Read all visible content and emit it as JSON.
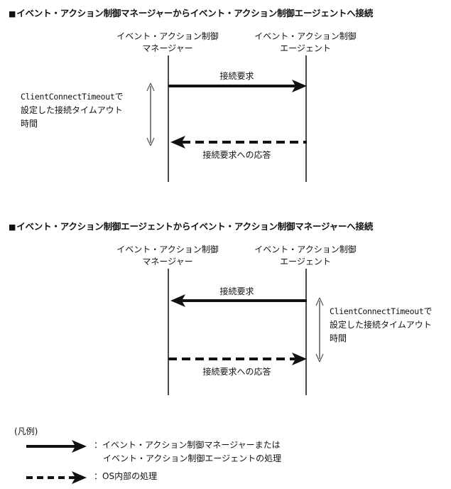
{
  "sections": [
    {
      "marker": "■",
      "title": "イベント・アクション制御マネージャーからイベント・アクション制御エージェントへ接続",
      "left_lifeline": {
        "line1": "イベント・アクション制御",
        "line2": "マネージャー"
      },
      "right_lifeline": {
        "line1": "イベント・アクション制御",
        "line2": "エージェント"
      },
      "messages": [
        {
          "label": "接続要求",
          "style": "solid",
          "direction": "right",
          "label_position": "above"
        },
        {
          "label": "接続要求への応答",
          "style": "dashed",
          "direction": "left",
          "label_position": "below"
        }
      ],
      "timeout": {
        "bracket_side": "left",
        "line1_mono": "ClientConnectTimeout",
        "line1_suffix": "で",
        "line2": "設定した接続タイムアウト",
        "line3": "時間"
      }
    },
    {
      "marker": "■",
      "title": "イベント・アクション制御エージェントからイベント・アクション制御マネージャーへ接続",
      "left_lifeline": {
        "line1": "イベント・アクション制御",
        "line2": "マネージャー"
      },
      "right_lifeline": {
        "line1": "イベント・アクション制御",
        "line2": "エージェント"
      },
      "messages": [
        {
          "label": "接続要求",
          "style": "solid",
          "direction": "left",
          "label_position": "above"
        },
        {
          "label": "接続要求への応答",
          "style": "dashed",
          "direction": "right",
          "label_position": "below"
        }
      ],
      "timeout": {
        "bracket_side": "right",
        "line1_mono": "ClientConnectTimeout",
        "line1_suffix": "で",
        "line2": "設定した接続タイムアウト",
        "line3": "時間"
      }
    }
  ],
  "legend": {
    "title": "(凡例)",
    "entries": [
      {
        "style": "solid",
        "colon": "：",
        "line1": "イベント・アクション制御マネージャーまたは",
        "line2": "イベント・アクション制御エージェントの処理"
      },
      {
        "style": "dashed",
        "colon": "：",
        "line1": "OS内部の処理",
        "line2": ""
      }
    ]
  },
  "colors": {
    "ink": "#111111",
    "lifeline": "#4a4a4a",
    "bracket": "#555555"
  }
}
